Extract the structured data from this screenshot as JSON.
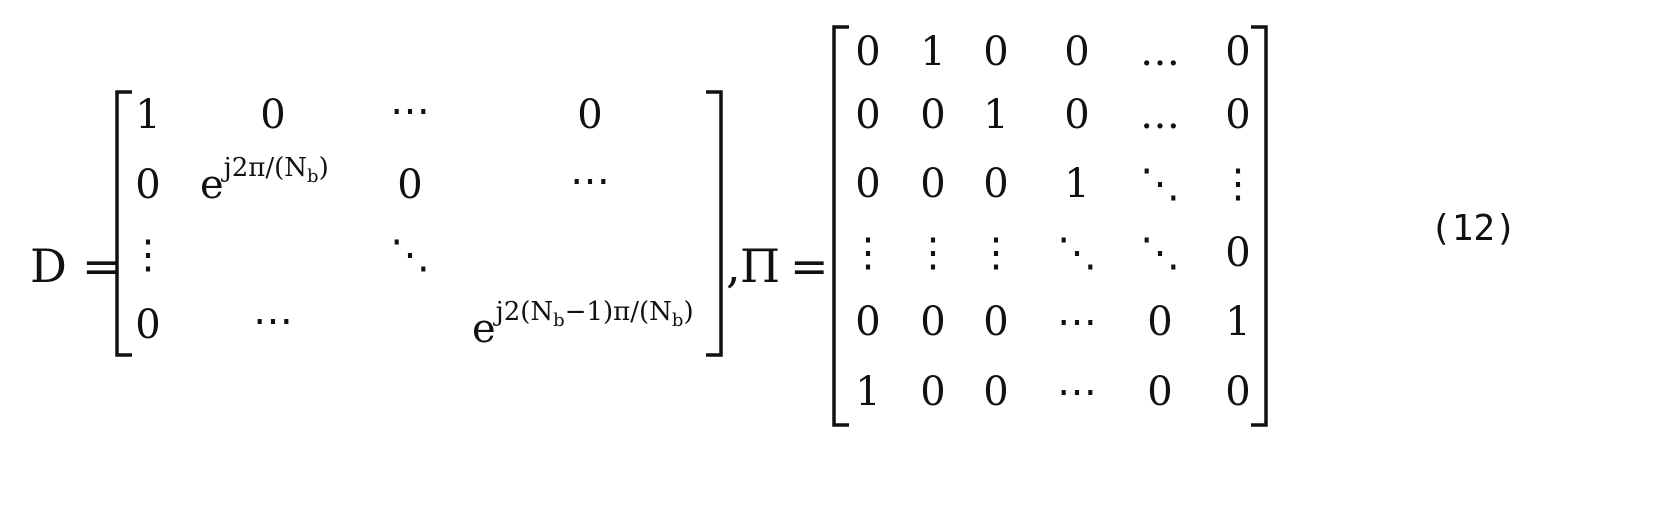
{
  "equation": {
    "lhs_d": "D",
    "equals_1": "=",
    "separator": ",",
    "lhs_pi": "Π",
    "equals_2": "=",
    "number": "(12)"
  },
  "matrix_d": {
    "rows": [
      [
        "1",
        "0",
        "⋯",
        "0"
      ],
      [
        "0",
        "e^{j2π/(N_b)}",
        "0",
        "⋯"
      ],
      [
        "⋮",
        "",
        "⋱",
        ""
      ],
      [
        "0",
        "⋯",
        "",
        "e^{j2(N_b−1)π/(N_b)}"
      ]
    ],
    "exp_r1c1": {
      "base": "e",
      "sup_main": "j2π/(N",
      "sup_sub": "b",
      "sup_close": ")"
    },
    "exp_r3c3": {
      "base": "e",
      "sup_a": "j2(N",
      "sup_sub1": "b",
      "sup_b": "−1)π/(N",
      "sup_sub2": "b",
      "sup_close": ")"
    }
  },
  "matrix_pi": {
    "rows": [
      [
        "0",
        "1",
        "0",
        "0",
        "…",
        "0"
      ],
      [
        "0",
        "0",
        "1",
        "0",
        "…",
        "0"
      ],
      [
        "0",
        "0",
        "0",
        "1",
        "⋱",
        "⋮"
      ],
      [
        "⋮",
        "⋮",
        "⋮",
        "⋱",
        "⋱",
        "0"
      ],
      [
        "0",
        "0",
        "0",
        "⋯",
        "0",
        "1"
      ],
      [
        "1",
        "0",
        "0",
        "⋯",
        "0",
        "0"
      ]
    ]
  }
}
